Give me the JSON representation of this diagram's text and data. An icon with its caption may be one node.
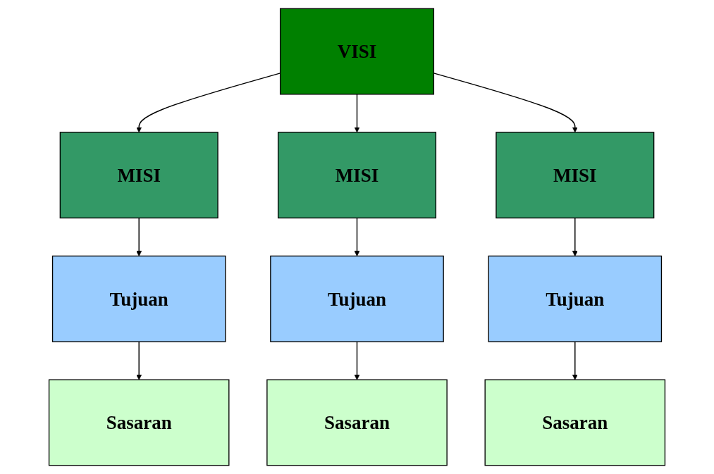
{
  "diagram": {
    "nodes": [
      {
        "text": [
          "VISI"
        ]
      },
      {
        "text": [
          "MISI"
        ]
      },
      {
        "text": [
          "MISI"
        ]
      },
      {
        "text": [
          "MISI"
        ]
      },
      {
        "text": [
          "Tujuan"
        ]
      },
      {
        "text": [
          "Tujuan"
        ]
      },
      {
        "text": [
          "Tujuan"
        ]
      },
      {
        "text": [
          "Sasaran"
        ]
      },
      {
        "text": [
          "Sasaran"
        ]
      },
      {
        "text": [
          "Sasaran"
        ]
      }
    ],
    "edges": [
      {
        "from": 0,
        "to": 1,
        "arrow": "to"
      },
      {
        "from": 0,
        "to": 2,
        "arrow": "to"
      },
      {
        "from": 0,
        "to": 3,
        "arrow": "to"
      },
      {
        "from": 1,
        "to": 4,
        "arrow": "to"
      },
      {
        "from": 2,
        "to": 5,
        "arrow": "to"
      },
      {
        "from": 3,
        "to": 6,
        "arrow": "to"
      },
      {
        "from": 4,
        "to": 7,
        "arrow": "to"
      },
      {
        "from": 5,
        "to": 8,
        "arrow": "to"
      },
      {
        "from": 6,
        "to": 9,
        "arrow": "to"
      }
    ]
  }
}
